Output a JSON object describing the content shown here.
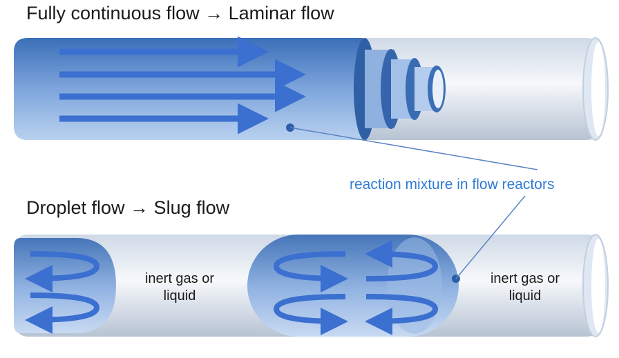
{
  "headings": {
    "laminar": "Fully continuous flow → Laminar flow",
    "slug": "Droplet flow → Slug flow"
  },
  "annotation": "reaction mixture in flow reactors",
  "slug_labels": {
    "gas_left_line1": "inert gas or",
    "gas_left_line2": "liquid",
    "gas_right_line1": "inert gas or",
    "gas_right_line2": "liquid"
  },
  "colors": {
    "fluid_dark": "#2c5fa8",
    "fluid_light": "#a9c6ea",
    "arrow": "#3b6fd0",
    "tube": "#e8edf4",
    "annotation": "#2e7bd4"
  }
}
